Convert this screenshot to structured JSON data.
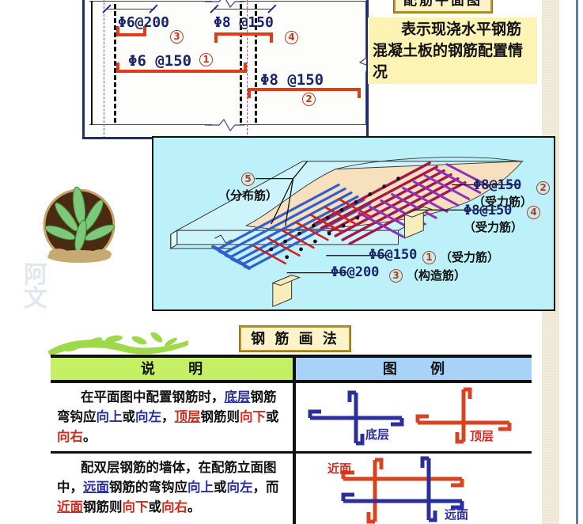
{
  "plan_view": {
    "title": "配筋平面图",
    "note": "表示现浇水平钢筋混凝土板的钢筋配置情况",
    "labels": [
      {
        "id": "3",
        "text": "Φ6@200"
      },
      {
        "id": "4",
        "text": "Φ8 @150"
      },
      {
        "id": "1",
        "text": "Φ6 @150"
      },
      {
        "id": "2",
        "text": "Φ8 @150"
      }
    ],
    "marks": [
      "3",
      "4",
      "1",
      "2"
    ]
  },
  "iso_view": {
    "callouts": [
      {
        "id": "5",
        "spec": "",
        "kind": "（分布筋）"
      },
      {
        "id": "2",
        "spec": "Φ8@150",
        "kind": "（受力筋）"
      },
      {
        "id": "4",
        "spec": "Φ8@150",
        "kind": "（受力筋）"
      },
      {
        "id": "1",
        "spec": "Φ6@150",
        "kind": "（受力筋）"
      },
      {
        "id": "3",
        "spec": "Φ6@200",
        "kind": "（构造筋）"
      }
    ]
  },
  "watermark": "阿\n文",
  "rebar_table": {
    "title": "钢 筋 画 法",
    "headers": {
      "desc": "说 明",
      "figure": "图 例"
    },
    "rows": [
      {
        "desc_segments": [
          {
            "t": "在平面图中配置钢筋时，",
            "s": "plain"
          },
          {
            "t": "底层",
            "s": "u-blue"
          },
          {
            "t": "钢筋弯钩应",
            "s": "plain"
          },
          {
            "t": "向上",
            "s": "c-blue"
          },
          {
            "t": "或",
            "s": "plain"
          },
          {
            "t": "向左",
            "s": "c-blue"
          },
          {
            "t": "，",
            "s": "plain"
          },
          {
            "t": "顶层",
            "s": "u-red"
          },
          {
            "t": "钢筋则",
            "s": "plain"
          },
          {
            "t": "向下",
            "s": "c-red"
          },
          {
            "t": "或",
            "s": "plain"
          },
          {
            "t": "向右",
            "s": "c-red"
          },
          {
            "t": "。",
            "s": "plain"
          }
        ],
        "fig_captions": [
          {
            "text": "底层",
            "color": "#2b2f9e"
          },
          {
            "text": "顶层",
            "color": "#d02b1c"
          }
        ]
      },
      {
        "desc_segments": [
          {
            "t": "配双层钢筋的墙体，在配筋立面图中，",
            "s": "plain"
          },
          {
            "t": "远面",
            "s": "u-blue"
          },
          {
            "t": "钢筋的弯钩应",
            "s": "plain"
          },
          {
            "t": "向上",
            "s": "c-blue"
          },
          {
            "t": "或",
            "s": "plain"
          },
          {
            "t": "向左",
            "s": "c-blue"
          },
          {
            "t": "，而",
            "s": "plain"
          },
          {
            "t": "近面",
            "s": "u-red"
          },
          {
            "t": "钢筋则",
            "s": "plain"
          },
          {
            "t": "向下",
            "s": "c-red"
          },
          {
            "t": "或",
            "s": "plain"
          },
          {
            "t": "向右",
            "s": "c-red"
          },
          {
            "t": "。",
            "s": "plain"
          }
        ],
        "fig_captions": [
          {
            "text": "近面",
            "color": "#d02b1c"
          },
          {
            "text": "远面",
            "color": "#2b2f9e"
          }
        ]
      }
    ]
  },
  "colors": {
    "rebar_red": "#e03c17",
    "rebar_blue": "#2b2f9e",
    "iso_bg": "#bdf1f9",
    "note_yellow": "#fdf3b4",
    "plaque_yellow": "#fdf3c8",
    "header_green": "#c5f065",
    "header_blue": "#a8d2f7"
  }
}
